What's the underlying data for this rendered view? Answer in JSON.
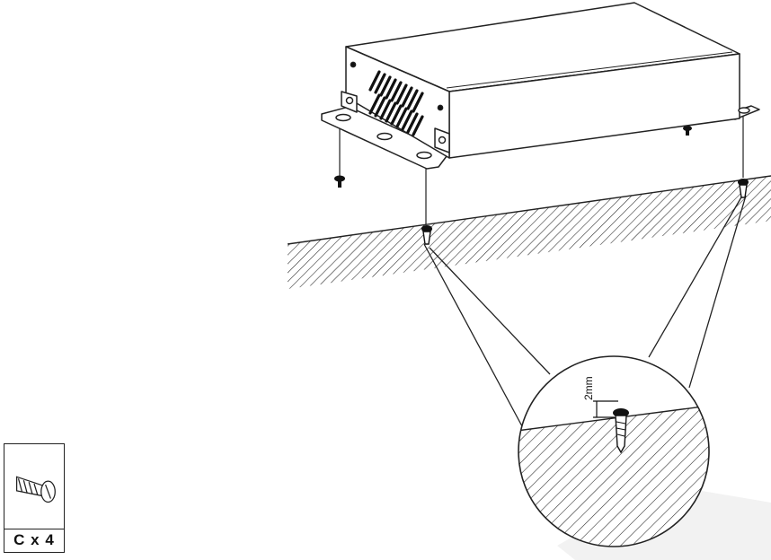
{
  "diagram": {
    "dimension_label": "2mm",
    "part_label": "C x 4",
    "icons": [
      "device-box",
      "mounting-screw",
      "hatched-surface",
      "detail-magnifier",
      "screw-part-icon"
    ]
  }
}
